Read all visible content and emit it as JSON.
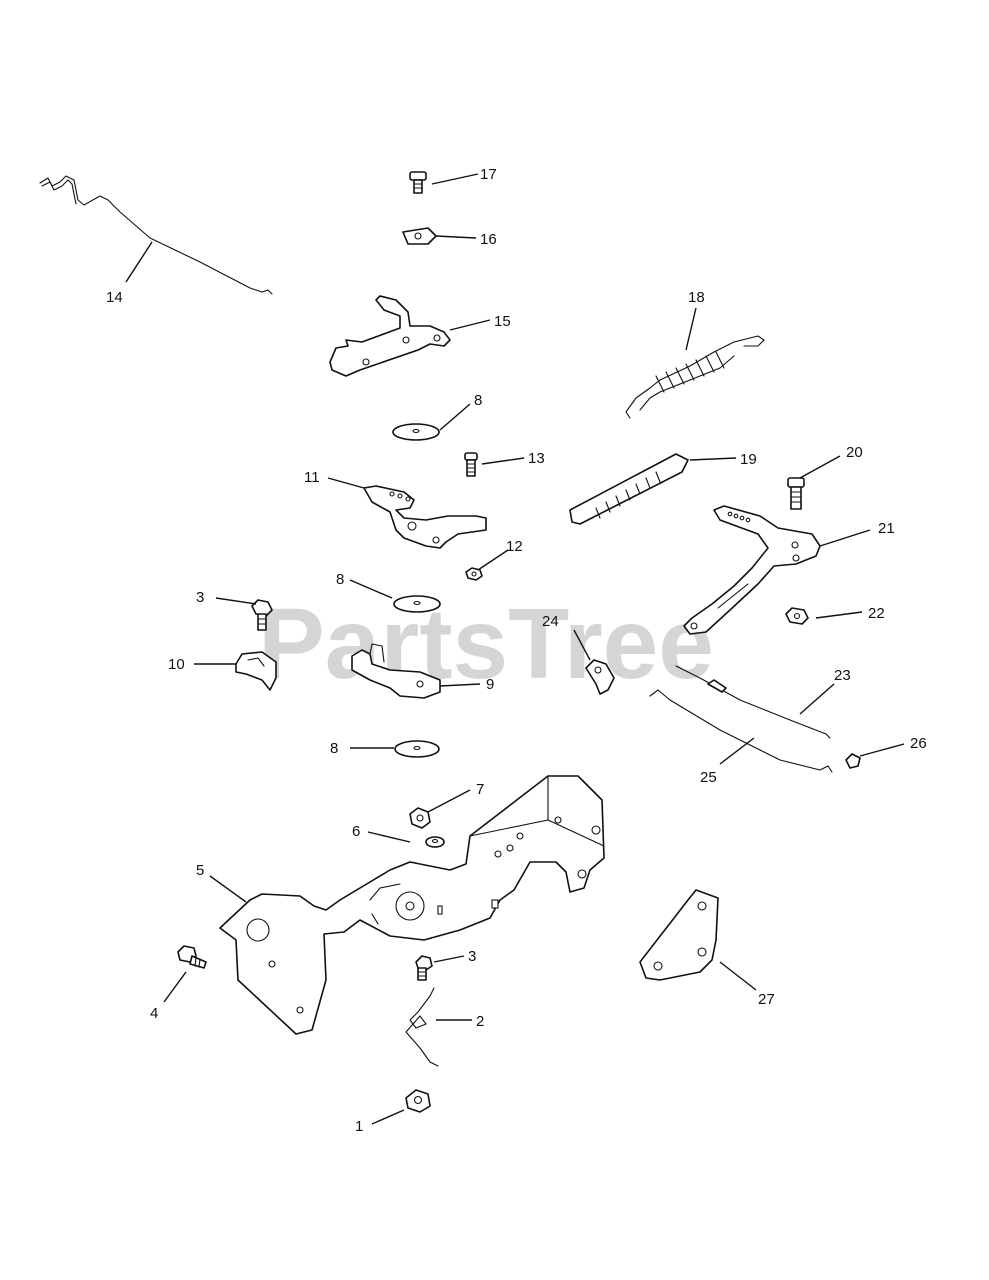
{
  "watermark": "PartsTree",
  "callouts": [
    {
      "id": "c1",
      "label": "1"
    },
    {
      "id": "c2",
      "label": "2"
    },
    {
      "id": "c3a",
      "label": "3"
    },
    {
      "id": "c3b",
      "label": "3"
    },
    {
      "id": "c4",
      "label": "4"
    },
    {
      "id": "c5",
      "label": "5"
    },
    {
      "id": "c6",
      "label": "6"
    },
    {
      "id": "c7",
      "label": "7"
    },
    {
      "id": "c8a",
      "label": "8"
    },
    {
      "id": "c8b",
      "label": "8"
    },
    {
      "id": "c8c",
      "label": "8"
    },
    {
      "id": "c9",
      "label": "9"
    },
    {
      "id": "c10",
      "label": "10"
    },
    {
      "id": "c11",
      "label": "11"
    },
    {
      "id": "c12",
      "label": "12"
    },
    {
      "id": "c13",
      "label": "13"
    },
    {
      "id": "c14",
      "label": "14"
    },
    {
      "id": "c15",
      "label": "15"
    },
    {
      "id": "c16",
      "label": "16"
    },
    {
      "id": "c17",
      "label": "17"
    },
    {
      "id": "c18",
      "label": "18"
    },
    {
      "id": "c19",
      "label": "19"
    },
    {
      "id": "c20",
      "label": "20"
    },
    {
      "id": "c21",
      "label": "21"
    },
    {
      "id": "c22",
      "label": "22"
    },
    {
      "id": "c23",
      "label": "23"
    },
    {
      "id": "c24",
      "label": "24"
    },
    {
      "id": "c25",
      "label": "25"
    },
    {
      "id": "c26",
      "label": "26"
    },
    {
      "id": "c27",
      "label": "27"
    }
  ]
}
